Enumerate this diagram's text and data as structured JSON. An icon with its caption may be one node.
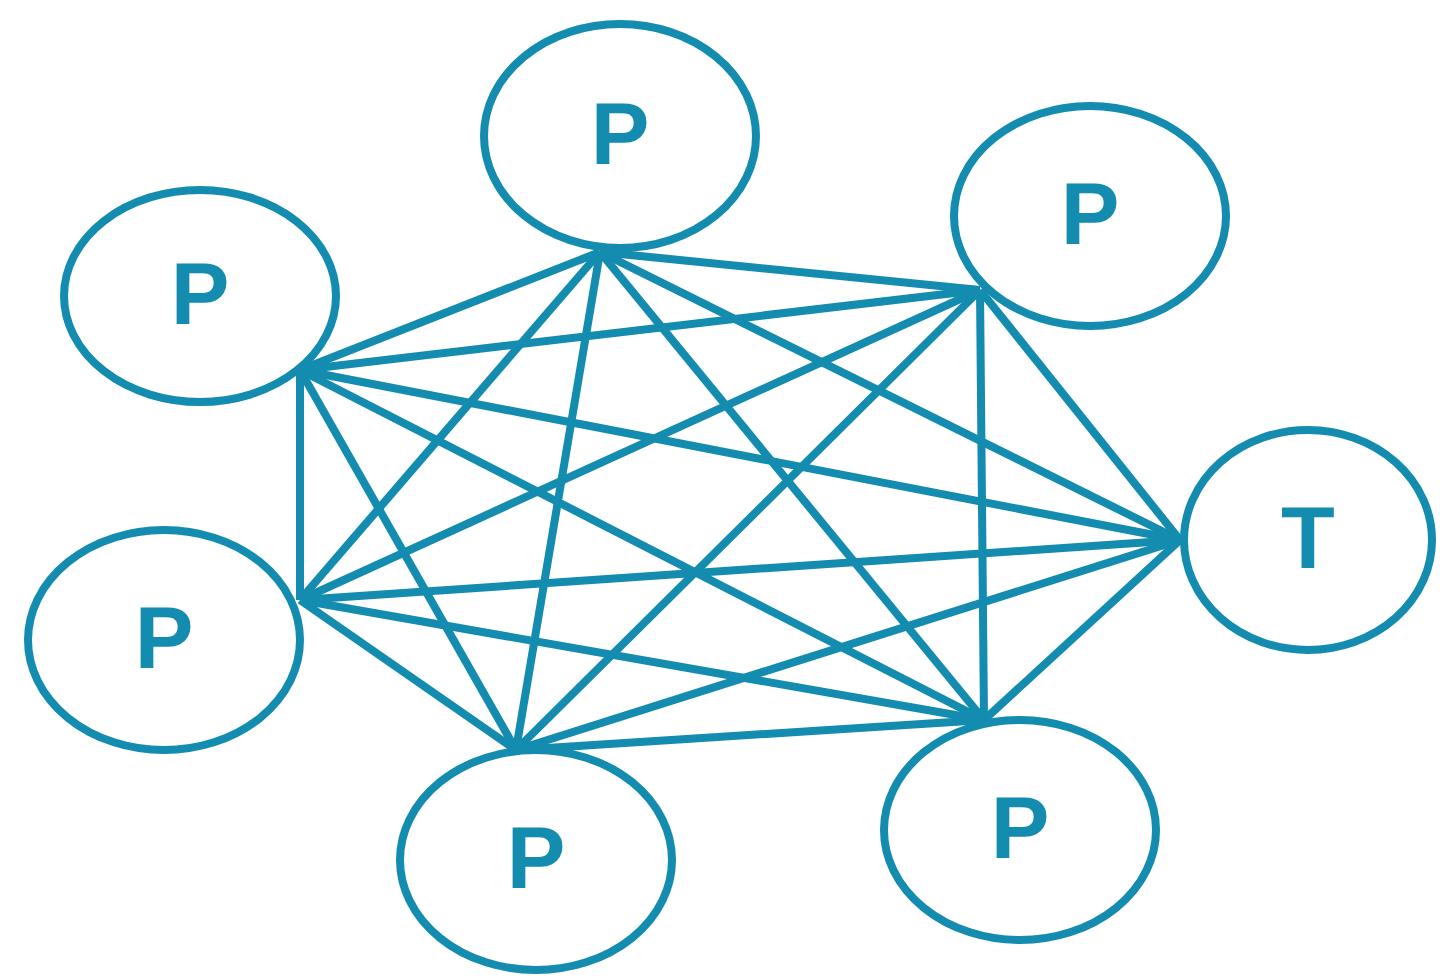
{
  "diagram": {
    "nodes": [
      {
        "text": [
          "P"
        ]
      },
      {
        "text": [
          "P"
        ]
      },
      {
        "text": [
          "P"
        ]
      },
      {
        "text": [
          "T"
        ]
      },
      {
        "text": [
          "P"
        ]
      },
      {
        "text": [
          "P"
        ]
      },
      {
        "text": [
          "P"
        ]
      }
    ],
    "edges": [
      {
        "from": 0,
        "to": 1,
        "arrow": "none"
      },
      {
        "from": 0,
        "to": 2,
        "arrow": "none"
      },
      {
        "from": 0,
        "to": 3,
        "arrow": "none"
      },
      {
        "from": 0,
        "to": 4,
        "arrow": "none"
      },
      {
        "from": 0,
        "to": 5,
        "arrow": "none"
      },
      {
        "from": 0,
        "to": 6,
        "arrow": "none"
      },
      {
        "from": 1,
        "to": 2,
        "arrow": "none"
      },
      {
        "from": 1,
        "to": 3,
        "arrow": "none"
      },
      {
        "from": 1,
        "to": 4,
        "arrow": "none"
      },
      {
        "from": 1,
        "to": 5,
        "arrow": "none"
      },
      {
        "from": 1,
        "to": 6,
        "arrow": "none"
      },
      {
        "from": 2,
        "to": 3,
        "arrow": "none"
      },
      {
        "from": 2,
        "to": 4,
        "arrow": "none"
      },
      {
        "from": 2,
        "to": 5,
        "arrow": "none"
      },
      {
        "from": 2,
        "to": 6,
        "arrow": "none"
      },
      {
        "from": 3,
        "to": 4,
        "arrow": "none"
      },
      {
        "from": 3,
        "to": 5,
        "arrow": "none"
      },
      {
        "from": 3,
        "to": 6,
        "arrow": "none"
      },
      {
        "from": 4,
        "to": 5,
        "arrow": "none"
      },
      {
        "from": 4,
        "to": 6,
        "arrow": "none"
      },
      {
        "from": 5,
        "to": 6,
        "arrow": "none"
      }
    ]
  }
}
